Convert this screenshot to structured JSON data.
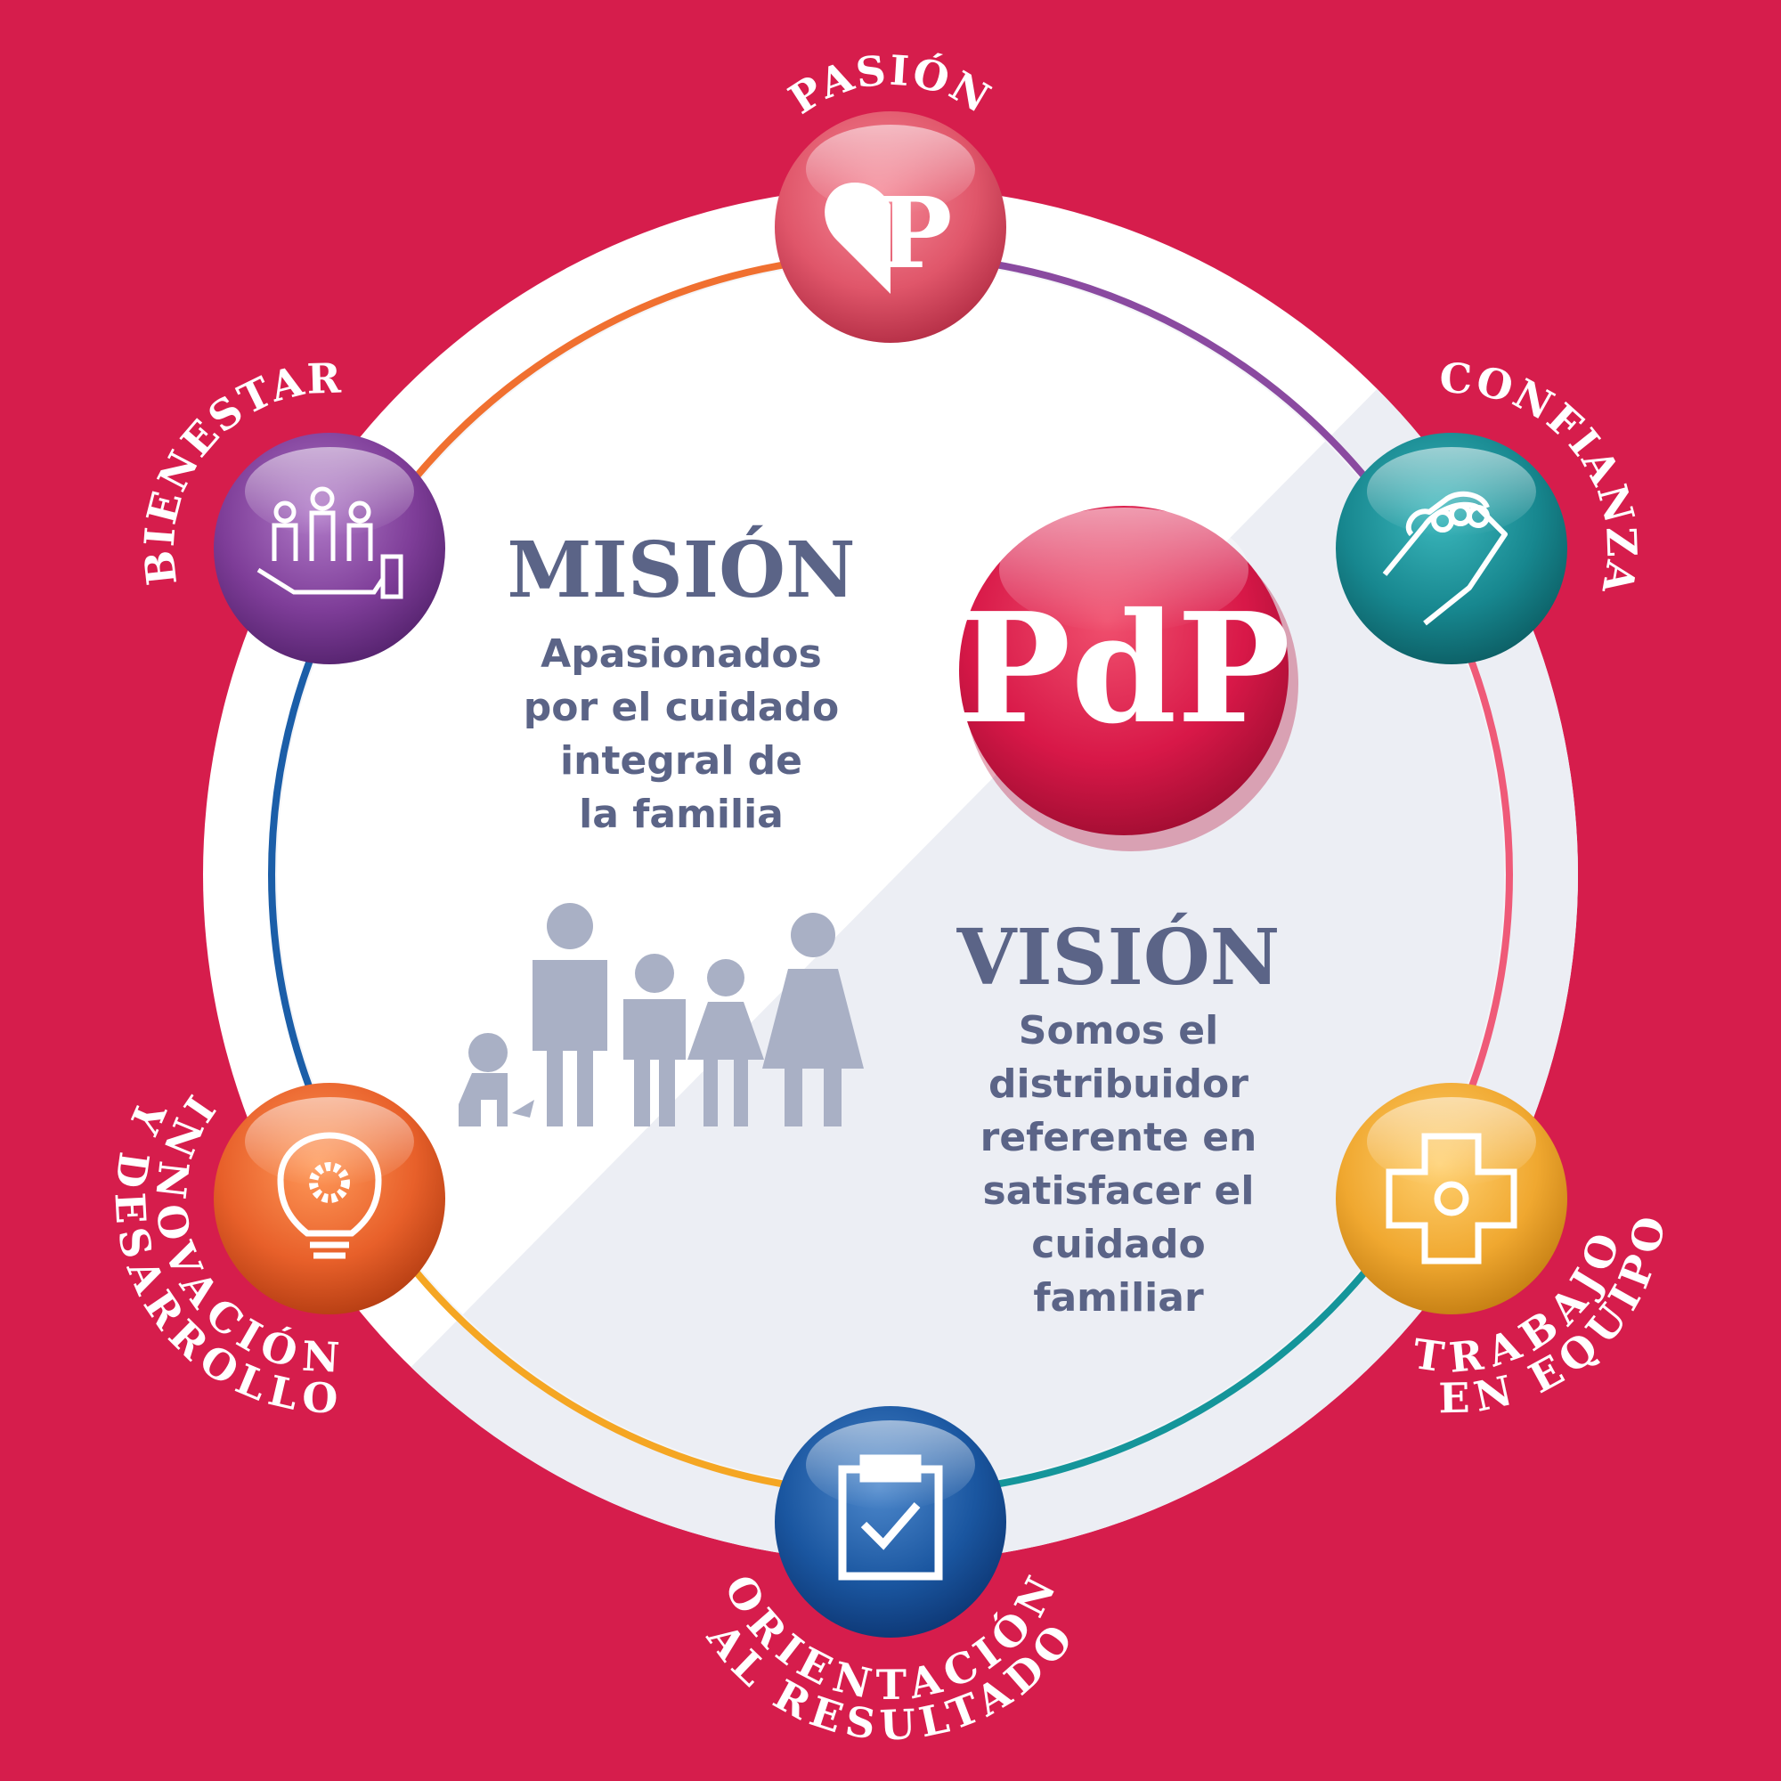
{
  "values": {
    "pasion": "PASIÓN",
    "confianza": "CONFIANZA",
    "trabajo": [
      "TRABAJO",
      "EN EQUIPO"
    ],
    "orientacion": [
      "ORIENTACIÓN",
      "AL RESULTADO"
    ],
    "innovacion": [
      "INNOVACIÓN",
      "Y DESARROLLO"
    ],
    "bienestar": "BIENESTAR"
  },
  "logo": {
    "text": "PdP"
  },
  "mision": {
    "title": "MISIÓN",
    "lines": [
      "Apasionados",
      "por el cuidado",
      "integral de",
      "la familia"
    ]
  },
  "vision": {
    "title": "VISIÓN",
    "lines": [
      "Somos el",
      "distribuidor",
      "referente en",
      "satisfacer el",
      "cuidado",
      "familiar"
    ]
  },
  "colors": {
    "background": "#d61d4c",
    "text": "#5b6487",
    "pasion": "#e0566a",
    "confianza": "#17878f",
    "trabajo": "#f0a830",
    "orientacion": "#1a56a0",
    "innovacion": "#e8602a",
    "bienestar": "#7e3d98"
  }
}
